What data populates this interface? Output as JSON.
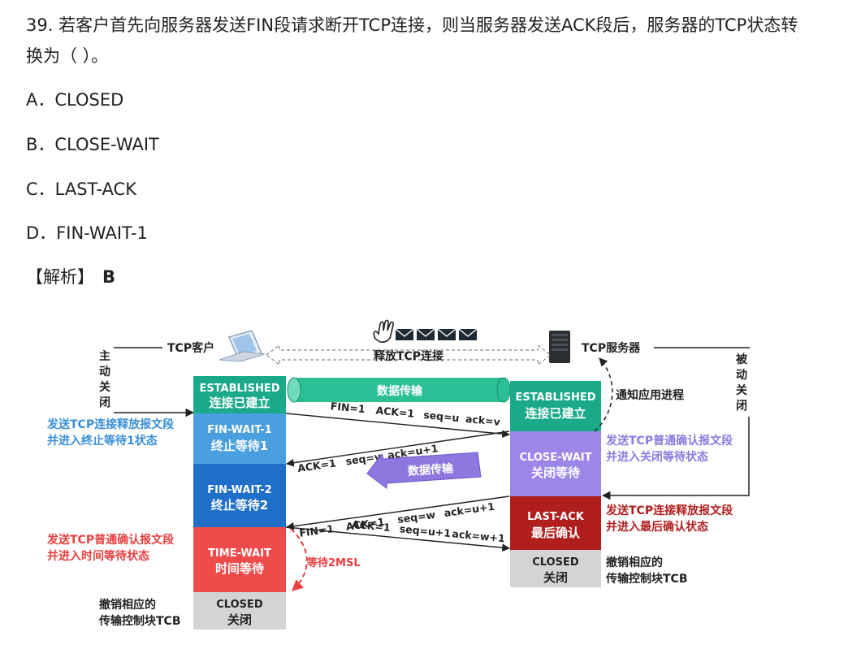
{
  "question": {
    "number_text": "39. 若客户首先向服务器发送FIN段请求断开TCP连接，则当服务器发送ACK段后，服务器的TCP状态转换为（  ）。"
  },
  "options": [
    {
      "text": "A．CLOSED"
    },
    {
      "text": "B．CLOSE-WAIT"
    },
    {
      "text": "C．LAST-ACK"
    },
    {
      "text": "D．FIN-WAIT-1"
    }
  ],
  "answer": {
    "label": "【解析】",
    "value": "B"
  },
  "diagram": {
    "client_label": "TCP客户",
    "server_label": "TCP服务器",
    "release_label": "释放TCP连接",
    "active_close": [
      "主",
      "动",
      "关",
      "闭"
    ],
    "passive_close": [
      "被",
      "动",
      "关",
      "闭"
    ],
    "data_transfer_top": "数据传输",
    "data_transfer_mid": "数据传输",
    "notify_app": "通知应用进程",
    "wait_2msl": "等待2MSL",
    "client_states": [
      {
        "en": "ESTABLISHED",
        "zh": "连接已建立",
        "color": "#1aaa8a"
      },
      {
        "en": "FIN-WAIT-1",
        "zh": "终止等待1",
        "color": "#4a9fe0"
      },
      {
        "en": "FIN-WAIT-2",
        "zh": "终止等待2",
        "color": "#1f6fc9"
      },
      {
        "en": "TIME-WAIT",
        "zh": "时间等待",
        "color": "#f04b4b"
      },
      {
        "en": "CLOSED",
        "zh": "关闭",
        "color": "#d4d4d4"
      }
    ],
    "server_states": [
      {
        "en": "ESTABLISHED",
        "zh": "连接已建立",
        "color": "#1aaa8a"
      },
      {
        "en": "CLOSE-WAIT",
        "zh": "关闭等待",
        "color": "#9b87e8"
      },
      {
        "en": "LAST-ACK",
        "zh": "最后确认",
        "color": "#b01e1e"
      },
      {
        "en": "CLOSED",
        "zh": "关闭",
        "color": "#d4d4d4"
      }
    ],
    "messages": {
      "m1": {
        "a": "FIN=1",
        "b": "ACK=1",
        "c": "seq=u",
        "d": "ack=v"
      },
      "m2": {
        "a": "ACK=1",
        "b": "seq=v",
        "c": "ack=u+1"
      },
      "m3": {
        "a": "FIN=1",
        "b": "ACK=1",
        "c": "seq=w",
        "d": "ack=u+1"
      },
      "m4": {
        "a": "ACK=1",
        "b": "seq=u+1",
        "c": "ack=w+1"
      }
    },
    "left_notes": [
      {
        "l1": "发送TCP连接释放报文段",
        "l2": "并进入终止等待1状态",
        "color": "#3a8fd6"
      },
      {
        "l1": "发送TCP普通确认报文段",
        "l2": "并进入时间等待状态",
        "color": "#e84040"
      },
      {
        "l1": "撤销相应的",
        "l2": "传输控制块TCB",
        "color": "#222222"
      }
    ],
    "right_notes": [
      {
        "l1": "发送TCP普通确认报文段",
        "l2": "并进入关闭等待状态",
        "color": "#8e78df"
      },
      {
        "l1": "发送TCP连接释放报文段",
        "l2": "并进入最后确认状态",
        "color": "#b01e1e"
      },
      {
        "l1": "撤销相应的",
        "l2": "传输控制块TCB",
        "color": "#222222"
      }
    ]
  }
}
